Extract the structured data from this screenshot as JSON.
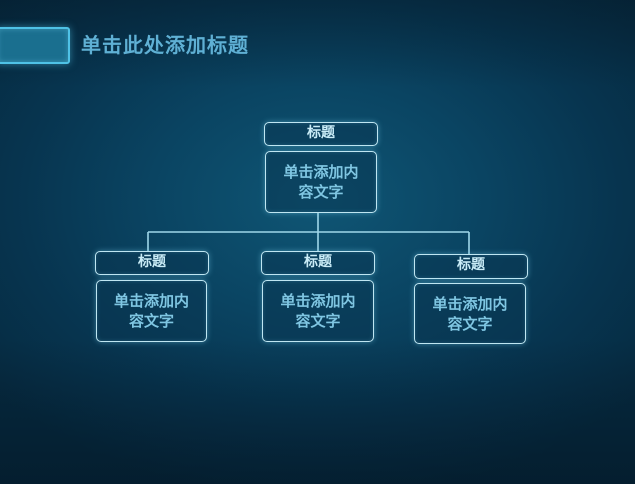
{
  "page": {
    "title": "单击此处添加标题"
  },
  "org_chart": {
    "root": {
      "label": "标题",
      "content": "单击添加内容文字"
    },
    "children": [
      {
        "label": "标题",
        "content": "单击添加内容文字"
      },
      {
        "label": "标题",
        "content": "单击添加内容文字"
      },
      {
        "label": "标题",
        "content": "单击添加内容文字"
      }
    ]
  },
  "colors": {
    "accent": "#4fc2e6",
    "title_text": "#5fb0d4",
    "box_border": "#bfe6f2",
    "content_text": "#7fc6e2",
    "background": "#0a4462"
  }
}
